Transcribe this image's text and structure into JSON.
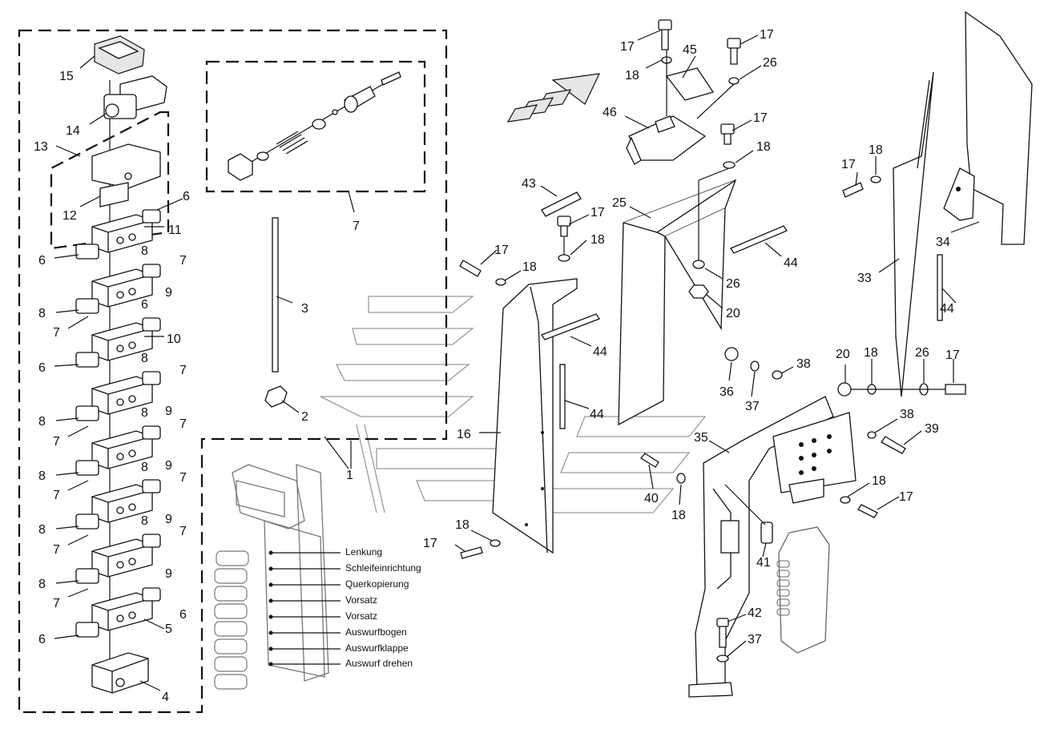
{
  "callouts": {
    "c15": "15",
    "c14": "14",
    "c13": "13",
    "c12": "12",
    "c6a": "6",
    "c11": "11",
    "c6b": "6",
    "c8a": "8",
    "c7a": "7",
    "c8b": "8",
    "c9a": "9",
    "c7b": "7",
    "c6c": "6",
    "c10": "10",
    "c6d": "6",
    "c8c": "8",
    "c7c": "7",
    "c8d": "8",
    "c9b": "9",
    "c7d": "7",
    "c8e": "8",
    "c7e": "7",
    "c8f": "8",
    "c9c": "9",
    "c7f": "7",
    "c8g": "8",
    "c7g": "7",
    "c8h": "8",
    "c9d": "9",
    "c7h": "7",
    "c8i": "8",
    "c7i": "7",
    "c8j": "8",
    "c9e": "9",
    "c7j": "7",
    "c6e": "6",
    "c5": "5",
    "c6f": "6",
    "c4": "4",
    "c7main": "7",
    "c3": "3",
    "c2": "2",
    "c1": "1",
    "c43": "43",
    "c17a": "17",
    "c18a": "18",
    "c17b": "17",
    "c18b": "18",
    "c44a": "44",
    "c44b": "44",
    "c16": "16",
    "c18c": "18",
    "c17c": "17",
    "c17d": "17",
    "c18d": "18",
    "c45": "45",
    "c17e": "17",
    "c26a": "26",
    "c46": "46",
    "c17f": "17",
    "c18e": "18",
    "c25": "25",
    "c26b": "26",
    "c20a": "20",
    "c44c": "44",
    "c17g": "17",
    "c18f": "18",
    "c34": "34",
    "c33": "33",
    "c44d": "44",
    "c20b": "20",
    "c18g": "18",
    "c26c": "26",
    "c17h": "17",
    "c36": "36",
    "c37a": "37",
    "c38a": "38",
    "c35": "35",
    "c40": "40",
    "c18h": "18",
    "c38b": "38",
    "c39": "39",
    "c18i": "18",
    "c17i": "17",
    "c41": "41",
    "c42": "42",
    "c37b": "37"
  },
  "valve_labels": [
    "Lenkung",
    "Schleifeinrichtung",
    "Querkopierung",
    "Vorsatz",
    "Vorsatz",
    "Auswurfbogen",
    "Auswurfklappe",
    "Auswurf drehen"
  ]
}
